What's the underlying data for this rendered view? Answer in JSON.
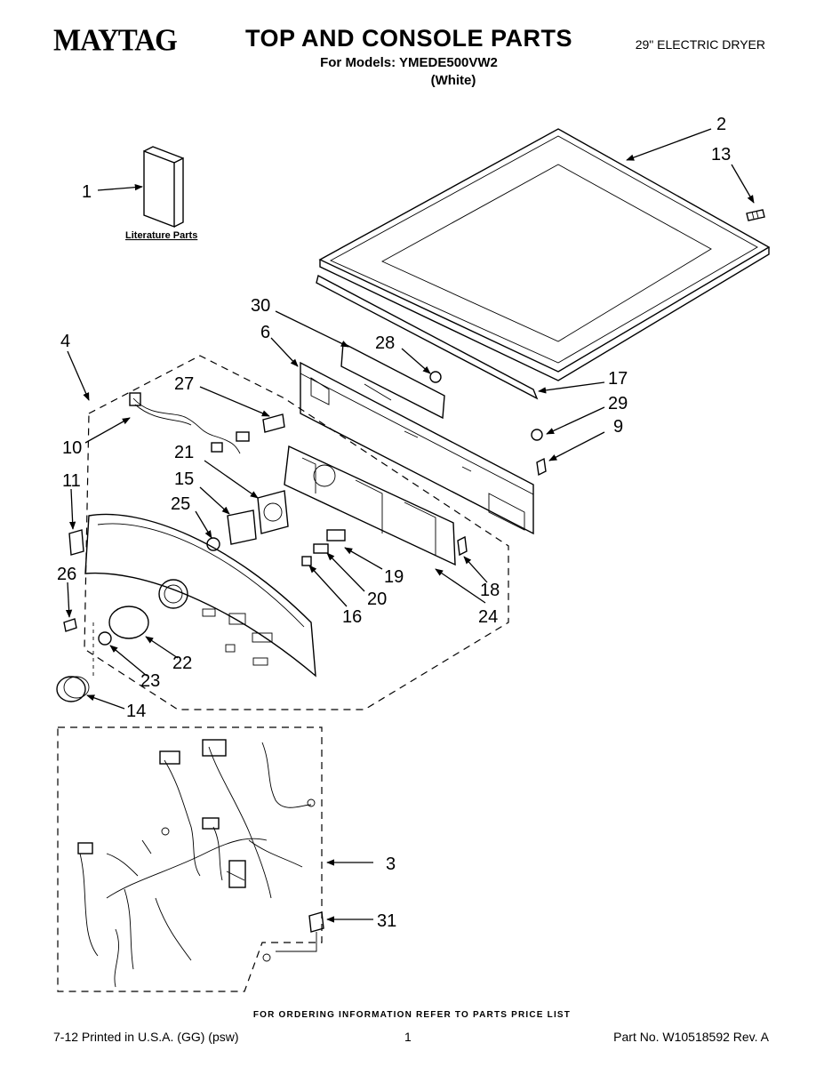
{
  "header": {
    "brand": "MAYTAG",
    "title": "TOP AND CONSOLE PARTS",
    "models": "For Models: YMEDE500VW2",
    "color": "(White)",
    "product": "29\" ELECTRIC DRYER"
  },
  "diagram": {
    "literature_label": "Literature Parts",
    "callouts": [
      "1",
      "2",
      "13",
      "30",
      "4",
      "6",
      "28",
      "27",
      "17",
      "29",
      "9",
      "10",
      "21",
      "15",
      "11",
      "25",
      "19",
      "18",
      "26",
      "20",
      "16",
      "24",
      "22",
      "23",
      "14",
      "3",
      "31"
    ]
  },
  "footer": {
    "ordering_note": "FOR ORDERING INFORMATION REFER TO PARTS PRICE LIST",
    "print_info": "7-12 Printed in U.S.A. (GG) (psw)",
    "page_number": "1",
    "part_number": "Part No. W10518592 Rev. A"
  }
}
